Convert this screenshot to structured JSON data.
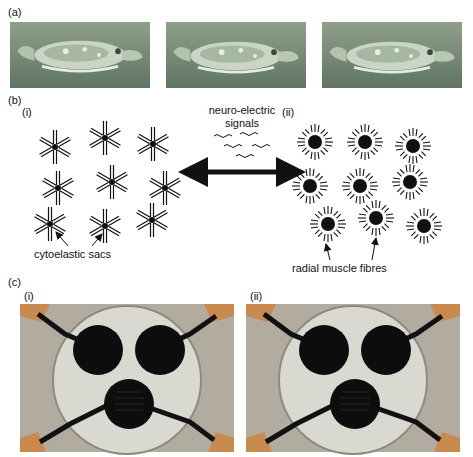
{
  "diagram": {
    "labels": [
      "(a)",
      "(b)",
      "(i)",
      "neuro-electric signals",
      "(ii)",
      "cytoelastic sacs",
      "radial muscle fibres",
      "(c)",
      "(i)",
      "(ii)"
    ]
  }
}
